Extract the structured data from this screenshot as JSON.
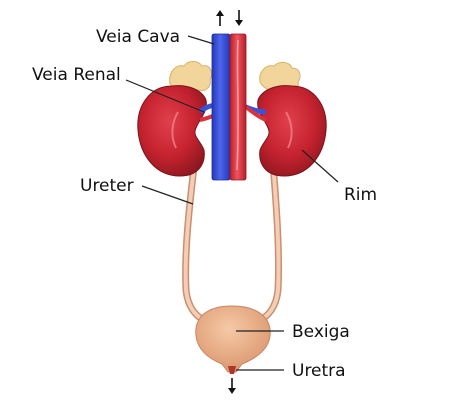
{
  "labels": {
    "vena_cava": "Veia Cava",
    "renal_vein": "Veia Renal",
    "ureter": "Ureter",
    "kidney": "Rim",
    "bladder": "Bexiga",
    "urethra": "Uretra"
  },
  "colors": {
    "vein": "#3a52d8",
    "artery": "#d8323d",
    "kidney": "#b8202c",
    "adrenal": "#f0d59a",
    "ureter": "#eec2a6",
    "bladder": "#e9ad86"
  }
}
